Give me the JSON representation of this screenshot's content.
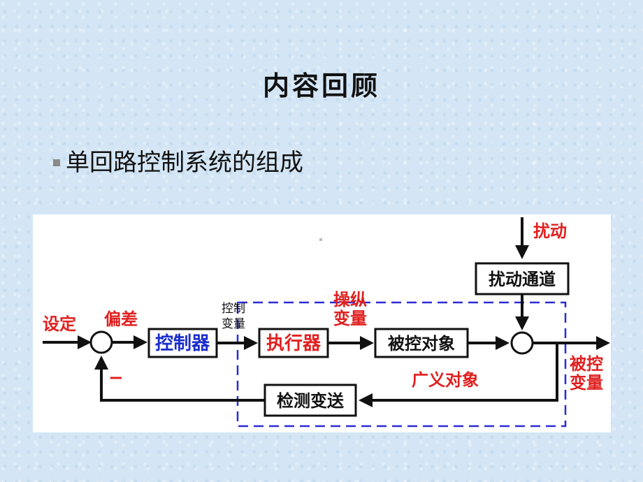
{
  "title": "内容回顾",
  "bullet": "单回路控制系统的组成",
  "diagram": {
    "setpoint": "设定",
    "deviation": "偏差",
    "minus": "−",
    "controller": "控制器",
    "control_var": [
      "控制",
      "变量"
    ],
    "actuator": "执行器",
    "manip_var": [
      "操纵",
      "变量"
    ],
    "process": "被控对象",
    "disturbance": "扰动",
    "disturbance_channel": "扰动通道",
    "controlled_var": [
      "被控",
      "变量"
    ],
    "generalized_object": "广义对象",
    "transmitter": "检测变送"
  },
  "colors": {
    "red": "#e02020",
    "blue": "#1a2dcc",
    "dash_blue": "#2b2bd6",
    "black": "#111111"
  }
}
